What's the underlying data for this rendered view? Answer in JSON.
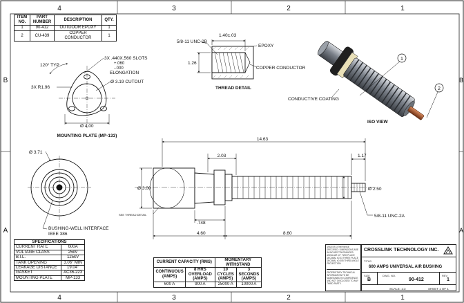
{
  "border_zones": {
    "columns": [
      "4",
      "3",
      "2",
      "1"
    ],
    "rows": [
      "B",
      "A"
    ]
  },
  "bom": {
    "headers": [
      "ITEM NO.",
      "PART NUMBER",
      "DESCRIPTION",
      "QTY."
    ],
    "rows": [
      [
        "1",
        "90-412",
        "OUTDOOR EPOXY",
        "1"
      ],
      [
        "2",
        "CU-439",
        "COPPER CONDUCTOR",
        "1"
      ]
    ]
  },
  "mounting_plate": {
    "angle": "120° TYP",
    "slots": "3X .440X.560 SLOTS",
    "tol_plus": "+.060",
    "tol_minus": "-.000",
    "elongation": "ELONGATION",
    "radius": "3X R1.96",
    "cutout": "Ø 3.19 CUTOUT",
    "diameter": "Ø 4.00",
    "title": "MOUNTING PLATE (MP-133)"
  },
  "thread_detail": {
    "thread": "5/8-11 UNC-2B",
    "length": "1.40±.03",
    "height": "1.26",
    "epoxy": "EPOXY",
    "conductor": "COPPER CONDUCTOR",
    "title": "THREAD DETAIL"
  },
  "iso_view": {
    "coating": "CONDUCTIVE COATING",
    "title": "ISO VIEW",
    "balloon_1": "1",
    "balloon_2": "2"
  },
  "front_view": {
    "diameter": "Ø 3.71",
    "bushing_well": "BUSHING-WELL INTERFACE",
    "standard": "IEEE 386"
  },
  "side_view": {
    "overall": "14.63",
    "d203": "2.03",
    "d117": "1.17",
    "dia_300": "Ø 3.00",
    "dia_250": "Ø 2.50",
    "see_detail": "SEE THREAD DETAIL",
    "d748": ".748",
    "d460": "4.60",
    "d860": "8.60",
    "thread": "5/8-11 UNC-2A"
  },
  "specs": {
    "title": "SPECIFICATIONS",
    "rows": [
      [
        "CURRENT RATE",
        "600A"
      ],
      [
        "VOLTAGE CLASS",
        "25kV"
      ],
      [
        "B.I.L.",
        "125kV"
      ],
      [
        "TANK OPENING",
        "3.06\" MIN"
      ],
      [
        "LEAKAGE DISTANCE",
        "19.04\""
      ],
      [
        "GASKET",
        "AC36-223"
      ],
      [
        "MOUNTING PLATE",
        "MP-133"
      ]
    ]
  },
  "current_capacity": {
    "title": "CURRENT CAPACITY (RMS)",
    "momentary": "MOMENTARY WITHSTAND",
    "headers": [
      "CONTINUOUS (AMPS)",
      "8 HRS OVERLOAD (AMPS)",
      "10 CYCLES (AMPS)",
      "3 SECONDS (AMPS)"
    ],
    "values": [
      "600 A",
      "900 A",
      "25000 A",
      "10000 A"
    ]
  },
  "title_block": {
    "notes": "UNLESS OTHERWISE SPECIFIED: DIMENSIONS ARE IN INCHES TOLERANCES: ANGULAR ±1° TWO PLACE DECIMAL ±0.03 THREE PLACE DECIMAL ±0.005 THIRD ANGLE PROJECTION",
    "proprietary": "PROPRIETARY TECHNICAL INFORMATION TO BE MAINTAINED IN CONFIDENCE AND NOT DISCLOSED TO ANY THIRD PARTY.",
    "company": "CROSSLINK TECHNOLOGY INC.",
    "title_label": "TITLE:",
    "title": "600 AMPS UNIVERSAL AIR BUSHING",
    "size_label": "SIZE",
    "size": "B",
    "dwg_label": "DWG. NO.",
    "dwg_no": "90-412",
    "rev_label": "REV",
    "rev": "1",
    "scale": "SCALE: 1:3",
    "sheet": "SHEET 1 OF 1"
  },
  "colors": {
    "line": "#111111",
    "copper": "#a0522d",
    "body_metal": "#8a8f96"
  }
}
